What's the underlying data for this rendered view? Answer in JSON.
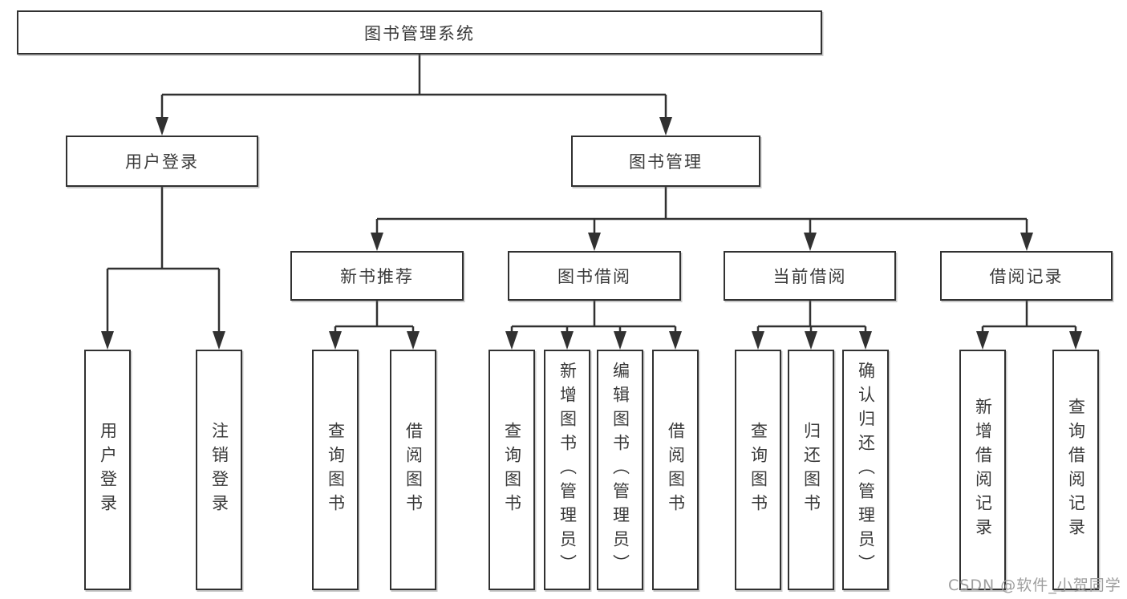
{
  "diagram": {
    "title": "图书管理系统",
    "nodes": {
      "root": "图书管理系统",
      "user_login": "用户登录",
      "book_mgmt": "图书管理",
      "new_book_rec": "新书推荐",
      "book_borrow": "图书借阅",
      "current_borrow": "当前借阅",
      "borrow_record": "借阅记录",
      "leaf_user_login": "用户登录",
      "leaf_logout": "注销登录",
      "leaf_query_book_a": "查询图书",
      "leaf_borrow_book_a": "借阅图书",
      "leaf_query_book_b": "查询图书",
      "leaf_add_book": "新增图书（管理员）",
      "leaf_edit_book": "编辑图书（管理员）",
      "leaf_borrow_book_b": "借阅图书",
      "leaf_query_book_c": "查询图书",
      "leaf_return_book": "归还图书",
      "leaf_confirm_return": "确认归还（管理员）",
      "leaf_add_record": "新增借阅记录",
      "leaf_query_record": "查询借阅记录"
    },
    "edges": [
      {
        "from": "root",
        "to": "user_login"
      },
      {
        "from": "root",
        "to": "book_mgmt"
      },
      {
        "from": "user_login",
        "to": "leaf_user_login"
      },
      {
        "from": "user_login",
        "to": "leaf_logout"
      },
      {
        "from": "book_mgmt",
        "to": "new_book_rec"
      },
      {
        "from": "book_mgmt",
        "to": "book_borrow"
      },
      {
        "from": "book_mgmt",
        "to": "current_borrow"
      },
      {
        "from": "book_mgmt",
        "to": "borrow_record"
      },
      {
        "from": "new_book_rec",
        "to": "leaf_query_book_a"
      },
      {
        "from": "new_book_rec",
        "to": "leaf_borrow_book_a"
      },
      {
        "from": "book_borrow",
        "to": "leaf_query_book_b"
      },
      {
        "from": "book_borrow",
        "to": "leaf_add_book"
      },
      {
        "from": "book_borrow",
        "to": "leaf_edit_book"
      },
      {
        "from": "book_borrow",
        "to": "leaf_borrow_book_b"
      },
      {
        "from": "current_borrow",
        "to": "leaf_query_book_c"
      },
      {
        "from": "current_borrow",
        "to": "leaf_return_book"
      },
      {
        "from": "current_borrow",
        "to": "leaf_confirm_return"
      },
      {
        "from": "borrow_record",
        "to": "leaf_add_record"
      },
      {
        "from": "borrow_record",
        "to": "leaf_query_record"
      }
    ]
  },
  "colors": {
    "line": "#313131",
    "box_border": "#313131",
    "text": "#3a3a3a",
    "background": "#ffffff",
    "watermark": "#9e9e9e"
  },
  "watermark": {
    "text": "CSDN @软件_小贺同学"
  }
}
